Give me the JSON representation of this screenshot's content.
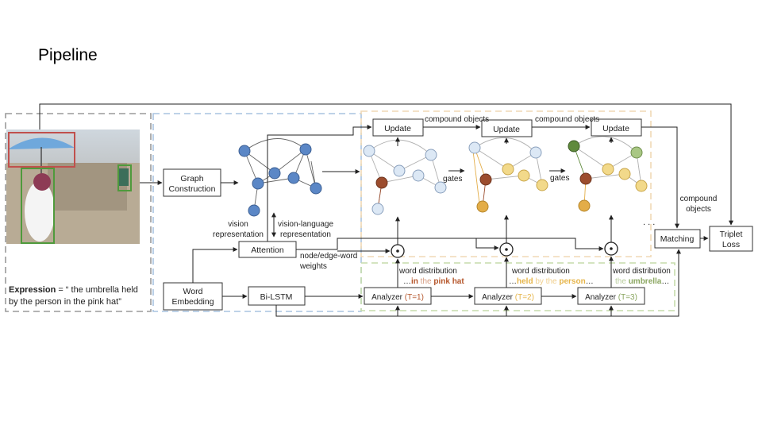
{
  "slide": {
    "title": "Pipeline"
  },
  "boxes": {
    "graph_construction": [
      "Graph",
      "Construction"
    ],
    "word_embedding": [
      "Word",
      "Embedding"
    ],
    "bilstm": "Bi-LSTM",
    "attention": "Attention",
    "update": "Update",
    "matching": "Matching",
    "triplet_loss": [
      "Triplet",
      "Loss"
    ],
    "analyzer": "Analyzer"
  },
  "analyzer_steps": [
    {
      "label": "(T=1)",
      "color": "#b5562b"
    },
    {
      "label": "(T=2)",
      "color": "#e6b54a"
    },
    {
      "label": "(T=3)",
      "color": "#8aa660"
    }
  ],
  "labels": {
    "expression_key": "Expression",
    "expression_text": [
      "= “ the umbrella held",
      "by the person in the pink hat”"
    ],
    "vision_representation": [
      "vision",
      "representation"
    ],
    "vision_language_representation": [
      "vision-language",
      "representation"
    ],
    "node_edge_word_weights": [
      "node/edge-word",
      "weights"
    ],
    "compound_objects_top": "compound objects",
    "compound_objects_side": [
      "compound",
      "objects"
    ],
    "gates": "gates",
    "word_distribution": "word distribution",
    "ellipsis": ". . .",
    "odot": "⊙"
  },
  "word_phrases": [
    {
      "prefix": "…",
      "grey": "",
      "bold": "in",
      "mid": " the ",
      "bold2": "pink hat",
      "suffix": "",
      "color": "#b5562b"
    },
    {
      "prefix": "…",
      "grey": "",
      "bold": "held",
      "mid": " by the ",
      "bold2": "person",
      "suffix": "…",
      "color": "#e6b54a"
    },
    {
      "prefix": "",
      "grey": "",
      "bold": "",
      "mid": "the ",
      "bold2": "umbrella",
      "suffix": "…",
      "color": "#8aa660"
    }
  ],
  "colors": {
    "node_blue": "#5b87c6",
    "node_light": "#dce8f5",
    "node_brown": "#9c4d2e",
    "node_yellow": "#f2d98a",
    "node_amber": "#e3ad48",
    "node_green": "#5f8a3c",
    "node_lightgreen": "#a9c784",
    "frame_grey": "#9a9a9a",
    "frame_blue": "#a9c3e0",
    "frame_orange": "#f0d9b5",
    "frame_green": "#c6dcab",
    "bbox_red": "#c0504d",
    "bbox_green": "#4f9a3c"
  }
}
